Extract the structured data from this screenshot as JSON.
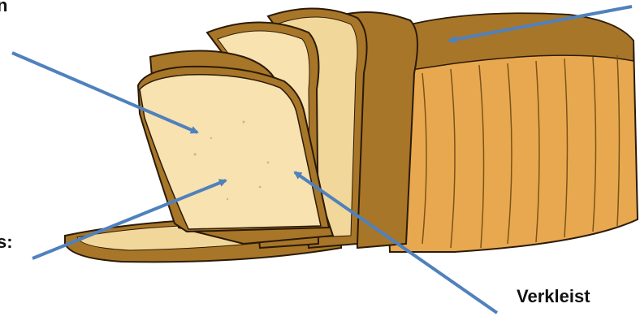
{
  "labels": {
    "top_left_fragment": "n",
    "left_fragment": "s:",
    "bottom_right_fragment": "Verkleist"
  },
  "colors": {
    "arrow": "#4f81bd",
    "crust": "#a87628",
    "crust_dark": "#7a5418",
    "crumb": "#f2d79a",
    "crumb_light": "#f7e2b0",
    "loaf_side": "#e8a84f",
    "outline": "#2a1a08"
  },
  "icons": [
    "bread-loaf-illustration",
    "arrow"
  ]
}
